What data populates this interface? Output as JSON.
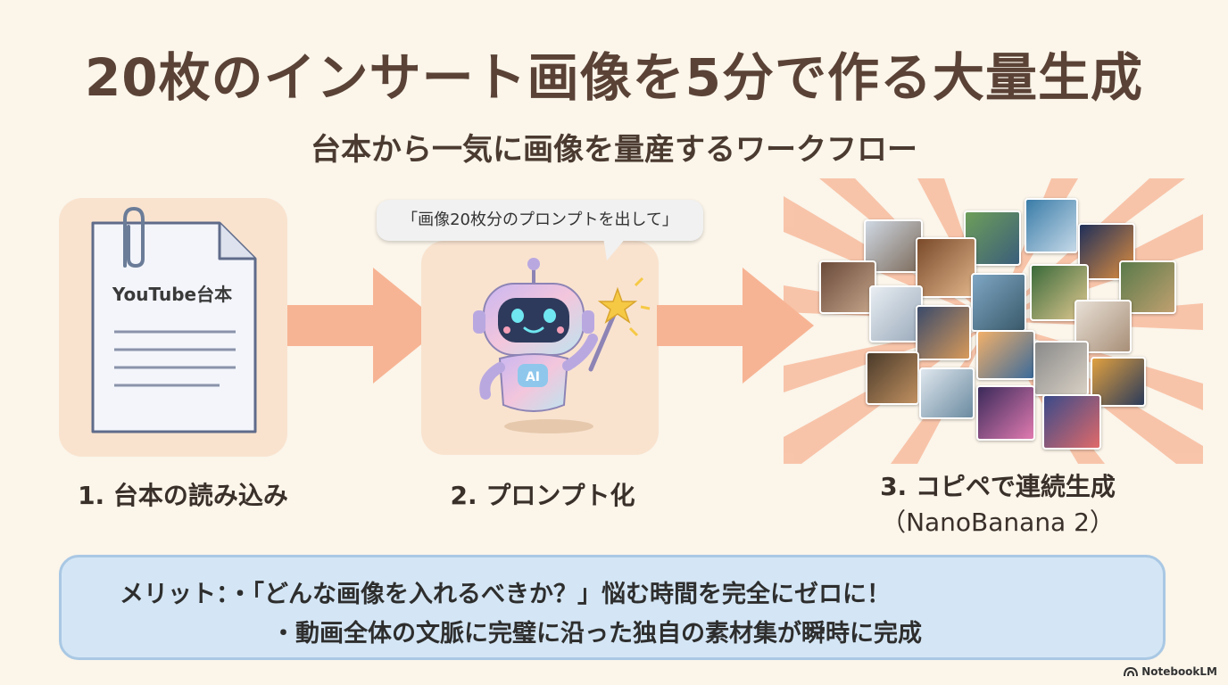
{
  "title": "20枚のインサート画像を5分で作る大量生成",
  "subtitle": "台本から一気に画像を量産するワークフロー",
  "steps": [
    {
      "label": "1. 台本の読み込み",
      "doc_label": "YouTube台本"
    },
    {
      "label": "2. プロンプト化",
      "bubble": "「画像20枚分のプロンプトを出して」",
      "badge": "AI"
    },
    {
      "label": "3. コピペで連続生成",
      "sub": "（NanoBanana 2）"
    }
  ],
  "merit": {
    "prefix": "メリット：",
    "line1": "・「どんな画像を入れるべきか？」悩む時間を完全にゼロに！",
    "line2": "・動画全体の文脈に完璧に沿った独自の素材集が瞬時に完成"
  },
  "brand": "NotebookLM",
  "colors": {
    "background": "#fbf5ea",
    "tile": "#f9e3cf",
    "arrow": "#f7b494",
    "merit_box": "#d4e6f5",
    "merit_border": "#a9c8e4",
    "title": "#5a4236"
  },
  "icons": [
    "document-icon",
    "paperclip-icon",
    "robot-icon",
    "magic-wand-icon",
    "image-collage-icon",
    "notebooklm-logo-icon"
  ]
}
